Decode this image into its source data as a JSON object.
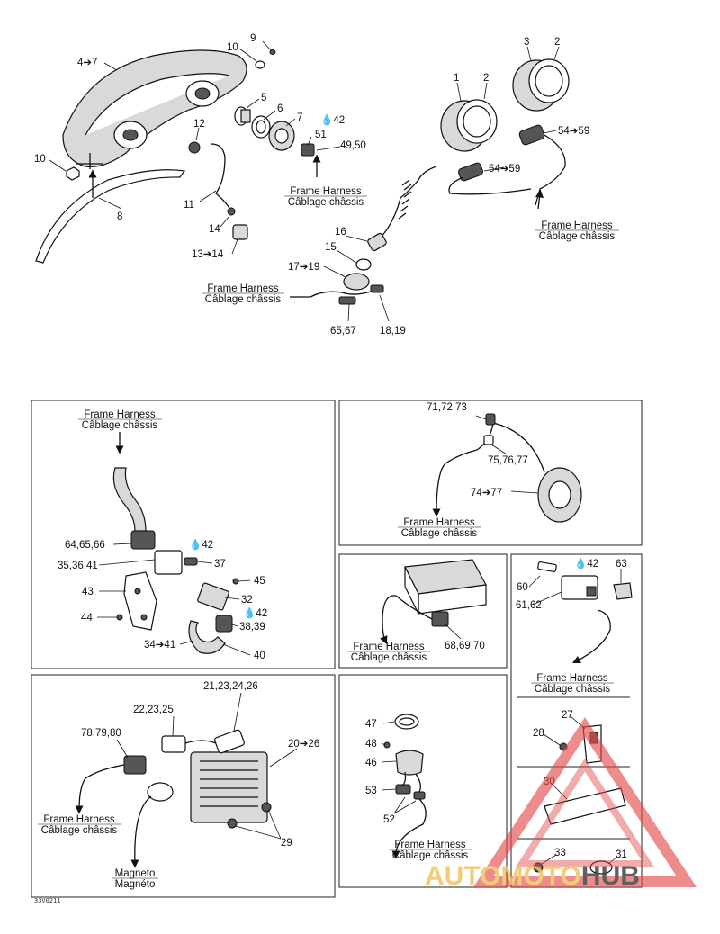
{
  "diagram_code": "33V0211",
  "harness_en": "Frame Harness",
  "harness_fr": "Câblage châssis",
  "magneto_en": "Magneto",
  "magneto_fr": "Magnéto",
  "watermark": {
    "part1": "AUTO",
    "part2": "MOTO",
    "part3": "HUB"
  },
  "callouts": {
    "c_4_7": "4➔7",
    "c_9": "9",
    "c_10a": "10",
    "c_10b": "10",
    "c_5": "5",
    "c_6": "6",
    "c_7": "7",
    "c_42a": "42",
    "c_51": "51",
    "c_49_50": "49,50",
    "c_12": "12",
    "c_11": "11",
    "c_8": "8",
    "c_14": "14",
    "c_13_14": "13➔14",
    "c_1": "1",
    "c_2a": "2",
    "c_3": "3",
    "c_2b": "2",
    "c_54_59a": "54➔59",
    "c_54_59b": "54➔59",
    "c_16": "16",
    "c_15": "15",
    "c_17_19": "17➔19",
    "c_65_67": "65,67",
    "c_18_19": "18,19",
    "c_64_66": "64,65,66",
    "c_42b": "42",
    "c_35_41": "35,36,41",
    "c_37": "37",
    "c_45": "45",
    "c_43": "43",
    "c_32": "32",
    "c_42c": "42",
    "c_44": "44",
    "c_38_39": "38,39",
    "c_34_41": "34➔41",
    "c_40": "40",
    "c_71_73": "71,72,73",
    "c_75_77": "75,76,77",
    "c_74_77": "74➔77",
    "c_68_70": "68,69,70",
    "c_42d": "42",
    "c_63": "63",
    "c_60": "60",
    "c_61_62": "61,62",
    "c_27": "27",
    "c_28": "28",
    "c_30": "30",
    "c_33": "33",
    "c_31": "31",
    "c_21_26": "21,23,24,26",
    "c_22_25": "22,23,25",
    "c_78_80": "78,79,80",
    "c_20_26": "20➔26",
    "c_29": "29",
    "c_47": "47",
    "c_48": "48",
    "c_46": "46",
    "c_53": "53",
    "c_52": "52"
  }
}
